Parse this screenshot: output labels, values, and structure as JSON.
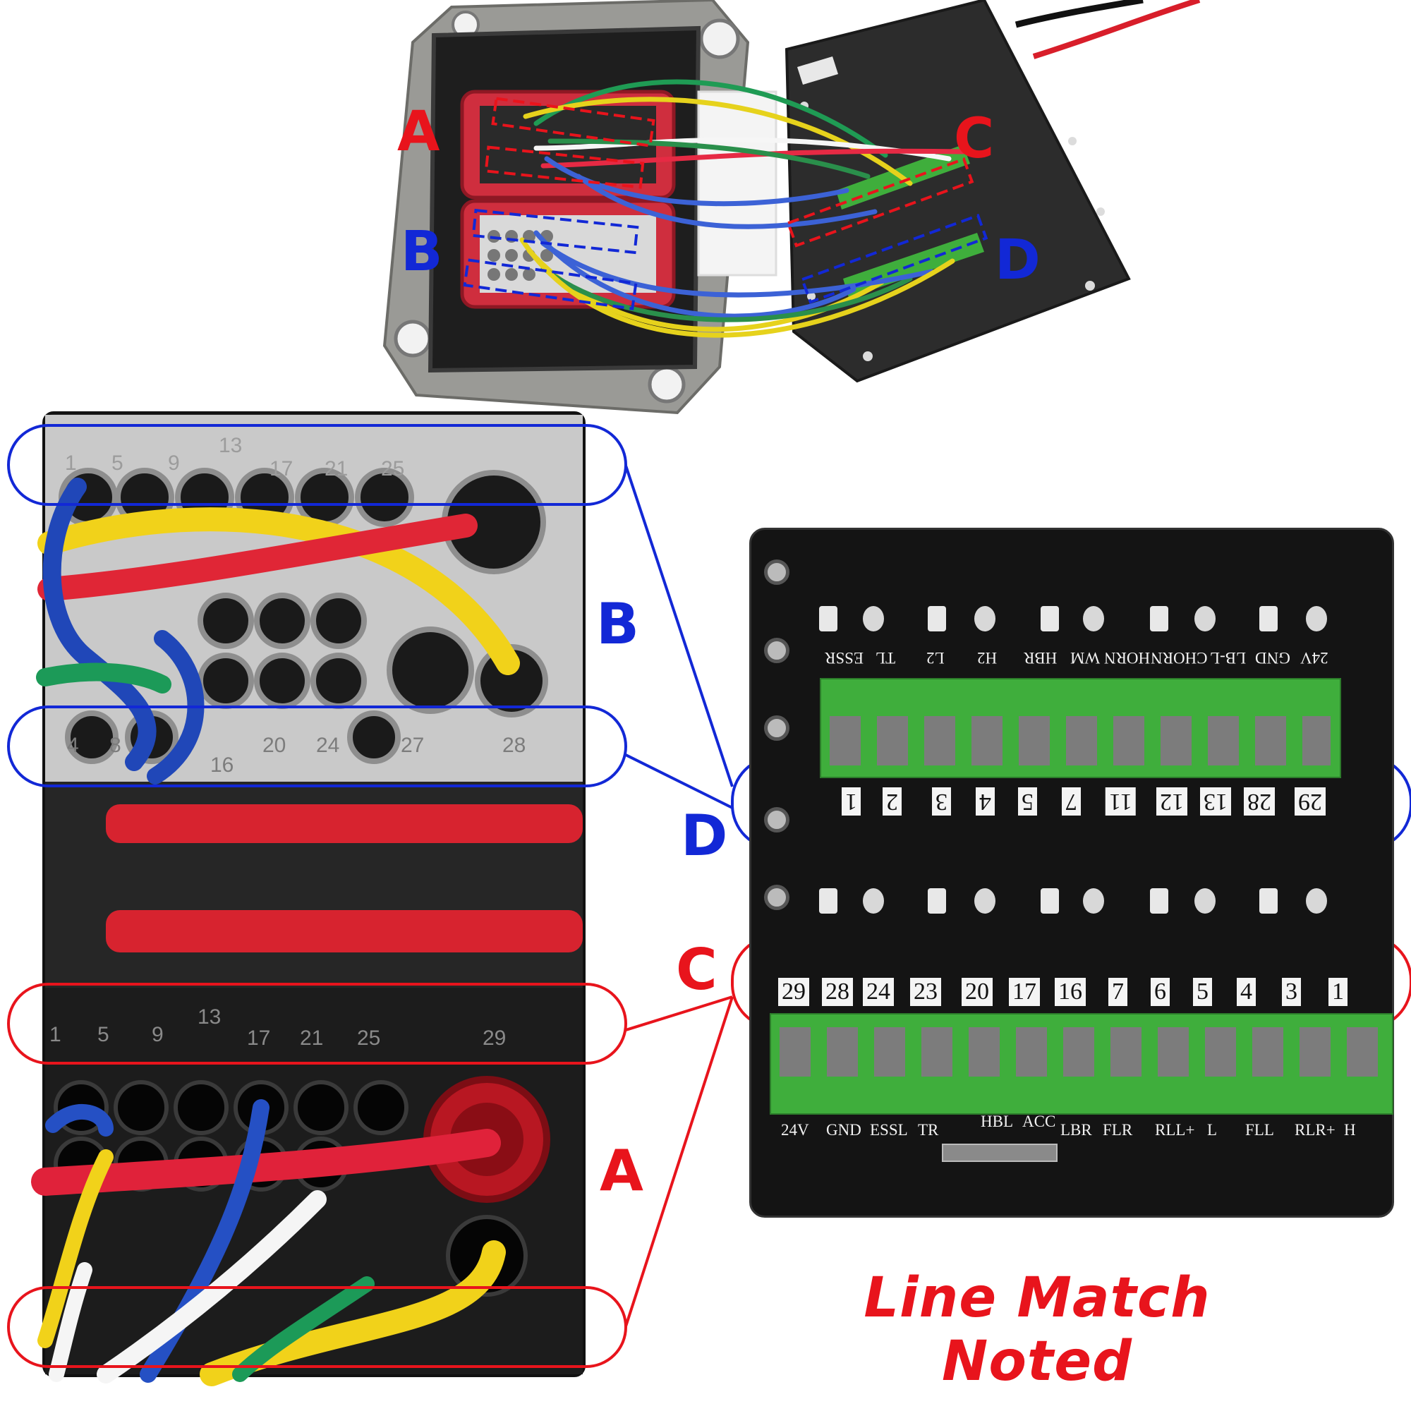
{
  "callouts": {
    "top_a": "A",
    "top_b": "B",
    "top_c": "C",
    "top_d": "D",
    "mid_b": "B",
    "mid_d": "D",
    "mid_c": "C",
    "mid_a": "A"
  },
  "caption": "Line Match Noted",
  "board_top": {
    "signals": [
      "ESSR",
      "TL",
      "L2",
      "H2",
      "HBR",
      "WM",
      "HORN",
      "CHORN",
      "LB-L",
      "GND",
      "24V"
    ],
    "pins": [
      "1",
      "2",
      "3",
      "4",
      "5",
      "7",
      "11",
      "12",
      "13",
      "28",
      "29"
    ]
  },
  "board_bottom": {
    "pins": [
      "29",
      "28",
      "24",
      "23",
      "20",
      "17",
      "16",
      "7",
      "6",
      "5",
      "4",
      "3",
      "1"
    ],
    "signals": [
      "24V",
      "GND",
      "ESSL",
      "TR",
      "HBL",
      "ACC",
      "LBR",
      "FLR",
      "RLL+",
      "L",
      "FLL",
      "RLR+",
      "H"
    ]
  },
  "connector_b": {
    "top_numbers": [
      "1",
      "5",
      "9",
      "13",
      "17",
      "21",
      "25"
    ],
    "bottom_numbers": [
      "4",
      "8",
      "16",
      "20",
      "24",
      "27",
      "28"
    ]
  },
  "connector_a": {
    "top_numbers": [
      "1",
      "5",
      "9",
      "13",
      "17",
      "21",
      "25",
      "29"
    ]
  },
  "colors": {
    "red_accent": "#e8141c",
    "blue_accent": "#1228d6",
    "terminal_green": "#3fae3c",
    "board_black": "#141414"
  }
}
